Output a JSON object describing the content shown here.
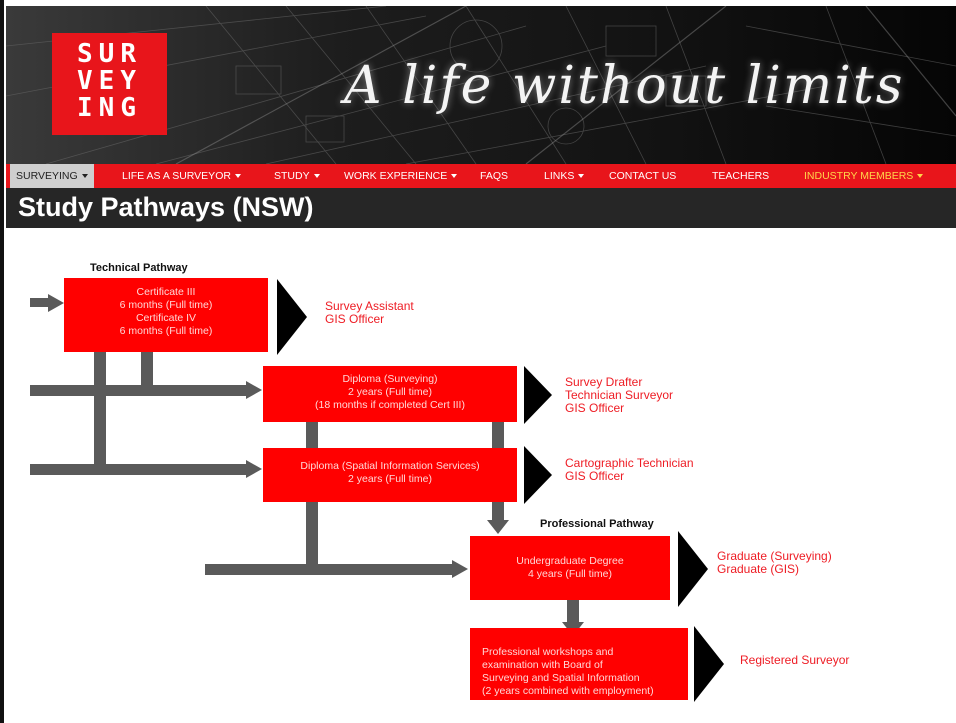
{
  "header": {
    "logo_lines": [
      "SUR",
      "VEY",
      "ING"
    ],
    "tagline": "A life without limits"
  },
  "nav": {
    "items": [
      {
        "label": "SURVEYING",
        "dropdown": true,
        "active": true
      },
      {
        "label": "LIFE AS A SURVEYOR",
        "dropdown": true
      },
      {
        "label": "STUDY",
        "dropdown": true
      },
      {
        "label": "WORK EXPERIENCE",
        "dropdown": true
      },
      {
        "label": "FAQS",
        "dropdown": false
      },
      {
        "label": "LINKS",
        "dropdown": true
      },
      {
        "label": "CONTACT US",
        "dropdown": false
      },
      {
        "label": "TEACHERS",
        "dropdown": false
      },
      {
        "label": "INDUSTRY MEMBERS",
        "dropdown": true,
        "highlight": true
      }
    ]
  },
  "page": {
    "title": "Study Pathways (NSW)"
  },
  "diagram": {
    "technical_label": "Technical Pathway",
    "professional_label": "Professional Pathway",
    "cert": {
      "lines": [
        "Certificate III",
        "6 months (Full time)",
        "Certificate IV",
        "6 months (Full time)"
      ],
      "outcomes": [
        "Survey Assistant",
        "GIS Officer"
      ]
    },
    "diploma_surveying": {
      "lines": [
        "Diploma (Surveying)",
        "2 years (Full time)",
        "(18 months if completed Cert III)"
      ],
      "outcomes": [
        "Survey Drafter",
        "Technician Surveyor",
        "GIS Officer"
      ]
    },
    "diploma_spatial": {
      "lines": [
        "Diploma (Spatial Information Services)",
        "2 years (Full time)"
      ],
      "outcomes": [
        "Cartographic Technician",
        "GIS Officer"
      ]
    },
    "undergrad": {
      "lines": [
        "Undergraduate Degree",
        "4 years (Full time)"
      ],
      "outcomes": [
        "Graduate (Surveying)",
        "Graduate (GIS)"
      ]
    },
    "professional": {
      "lines": [
        "Professional workshops and",
        "examination with Board of",
        "Surveying and Spatial Information",
        "(2 years combined with employment)"
      ],
      "outcomes": [
        "Registered Surveyor"
      ]
    }
  },
  "colors": {
    "brand_red": "#e8151b",
    "box_red": "#ff0000",
    "outcome_red": "#ee1c24",
    "arrow_gray": "#5a5a5a",
    "title_bar": "#262626"
  }
}
